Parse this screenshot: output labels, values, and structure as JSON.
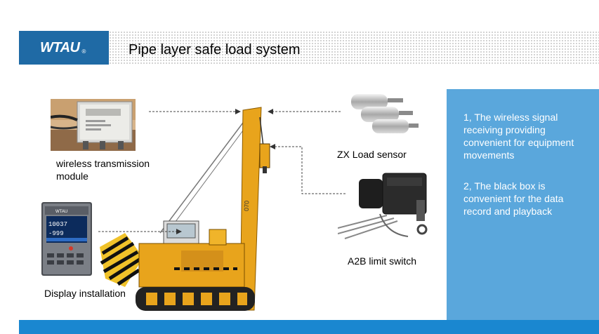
{
  "header": {
    "logo_text": "WTAU",
    "logo_mark": "®",
    "title": "Pipe layer safe load system"
  },
  "components": {
    "wireless": "wireless transmission module",
    "load_sensor": "ZX Load sensor",
    "a2b": "A2B limit switch",
    "display": "Display installation"
  },
  "display_screen": {
    "top_value": "10037",
    "second_value": "-999",
    "brand": "WTAU"
  },
  "crane_model": "070",
  "info": {
    "point1": "1,   The wireless signal receiving providing convenient for equipment movements",
    "point2": "2,  The black box  is convenient for the data record and playback"
  },
  "colors": {
    "brand_blue": "#1f6aa5",
    "panel_blue": "#5aa7dc",
    "bar_blue": "#1a87d0",
    "crane_yellow": "#e8a41c"
  }
}
